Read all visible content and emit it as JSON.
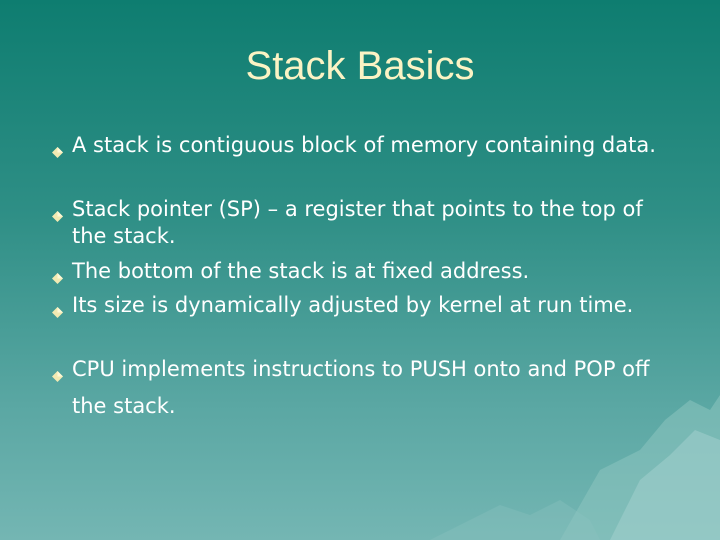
{
  "slide": {
    "title": "Stack Basics",
    "bullets": [
      "A stack is contiguous block of memory containing data.",
      "Stack pointer (SP) – a register that points to the top of the stack.",
      "The bottom of the stack is at fixed address.",
      "Its size is dynamically adjusted by kernel at run time.",
      "CPU implements instructions to PUSH onto and POP off the stack."
    ]
  },
  "theme": {
    "title_color": "#fbf3c4",
    "text_color": "#ffffff",
    "bullet_color": "#f2eab2",
    "background_top": "#0e7d70",
    "background_bottom": "#74b6b3",
    "bullet_icon": "diamond-bullet-icon"
  }
}
